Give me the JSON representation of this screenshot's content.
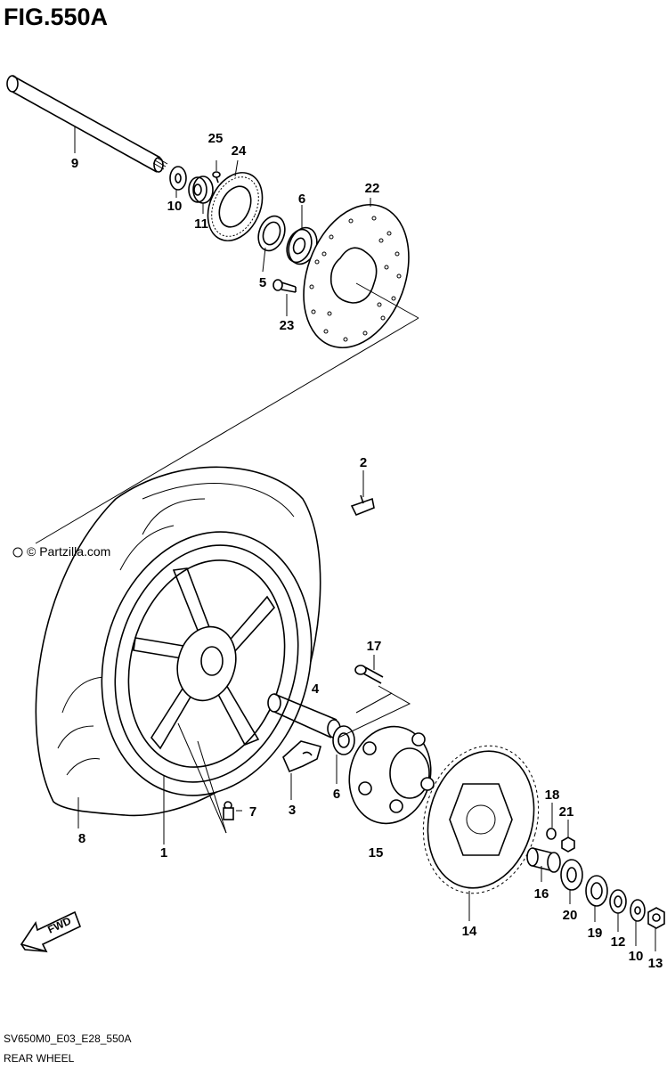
{
  "figure_title": "FIG.550A",
  "watermark": "© Partzilla.com",
  "direction_badge": "FWD",
  "footer": {
    "model_code": "SV650M0_E03_E28_550A",
    "caption": "REAR WHEEL"
  },
  "callouts": [
    {
      "id": "c-9",
      "label": "9"
    },
    {
      "id": "c-10-top",
      "label": "10"
    },
    {
      "id": "c-11",
      "label": "11"
    },
    {
      "id": "c-25",
      "label": "25"
    },
    {
      "id": "c-24",
      "label": "24"
    },
    {
      "id": "c-6-top",
      "label": "6"
    },
    {
      "id": "c-5",
      "label": "5"
    },
    {
      "id": "c-23",
      "label": "23"
    },
    {
      "id": "c-22",
      "label": "22"
    },
    {
      "id": "c-2",
      "label": "2"
    },
    {
      "id": "c-17",
      "label": "17"
    },
    {
      "id": "c-4",
      "label": "4"
    },
    {
      "id": "c-6-mid",
      "label": "6"
    },
    {
      "id": "c-3",
      "label": "3"
    },
    {
      "id": "c-7",
      "label": "7"
    },
    {
      "id": "c-8",
      "label": "8"
    },
    {
      "id": "c-1",
      "label": "1"
    },
    {
      "id": "c-15",
      "label": "15"
    },
    {
      "id": "c-18",
      "label": "18"
    },
    {
      "id": "c-21",
      "label": "21"
    },
    {
      "id": "c-16",
      "label": "16"
    },
    {
      "id": "c-20",
      "label": "20"
    },
    {
      "id": "c-19",
      "label": "19"
    },
    {
      "id": "c-12",
      "label": "12"
    },
    {
      "id": "c-10-bot",
      "label": "10"
    },
    {
      "id": "c-13",
      "label": "13"
    },
    {
      "id": "c-14",
      "label": "14"
    }
  ]
}
